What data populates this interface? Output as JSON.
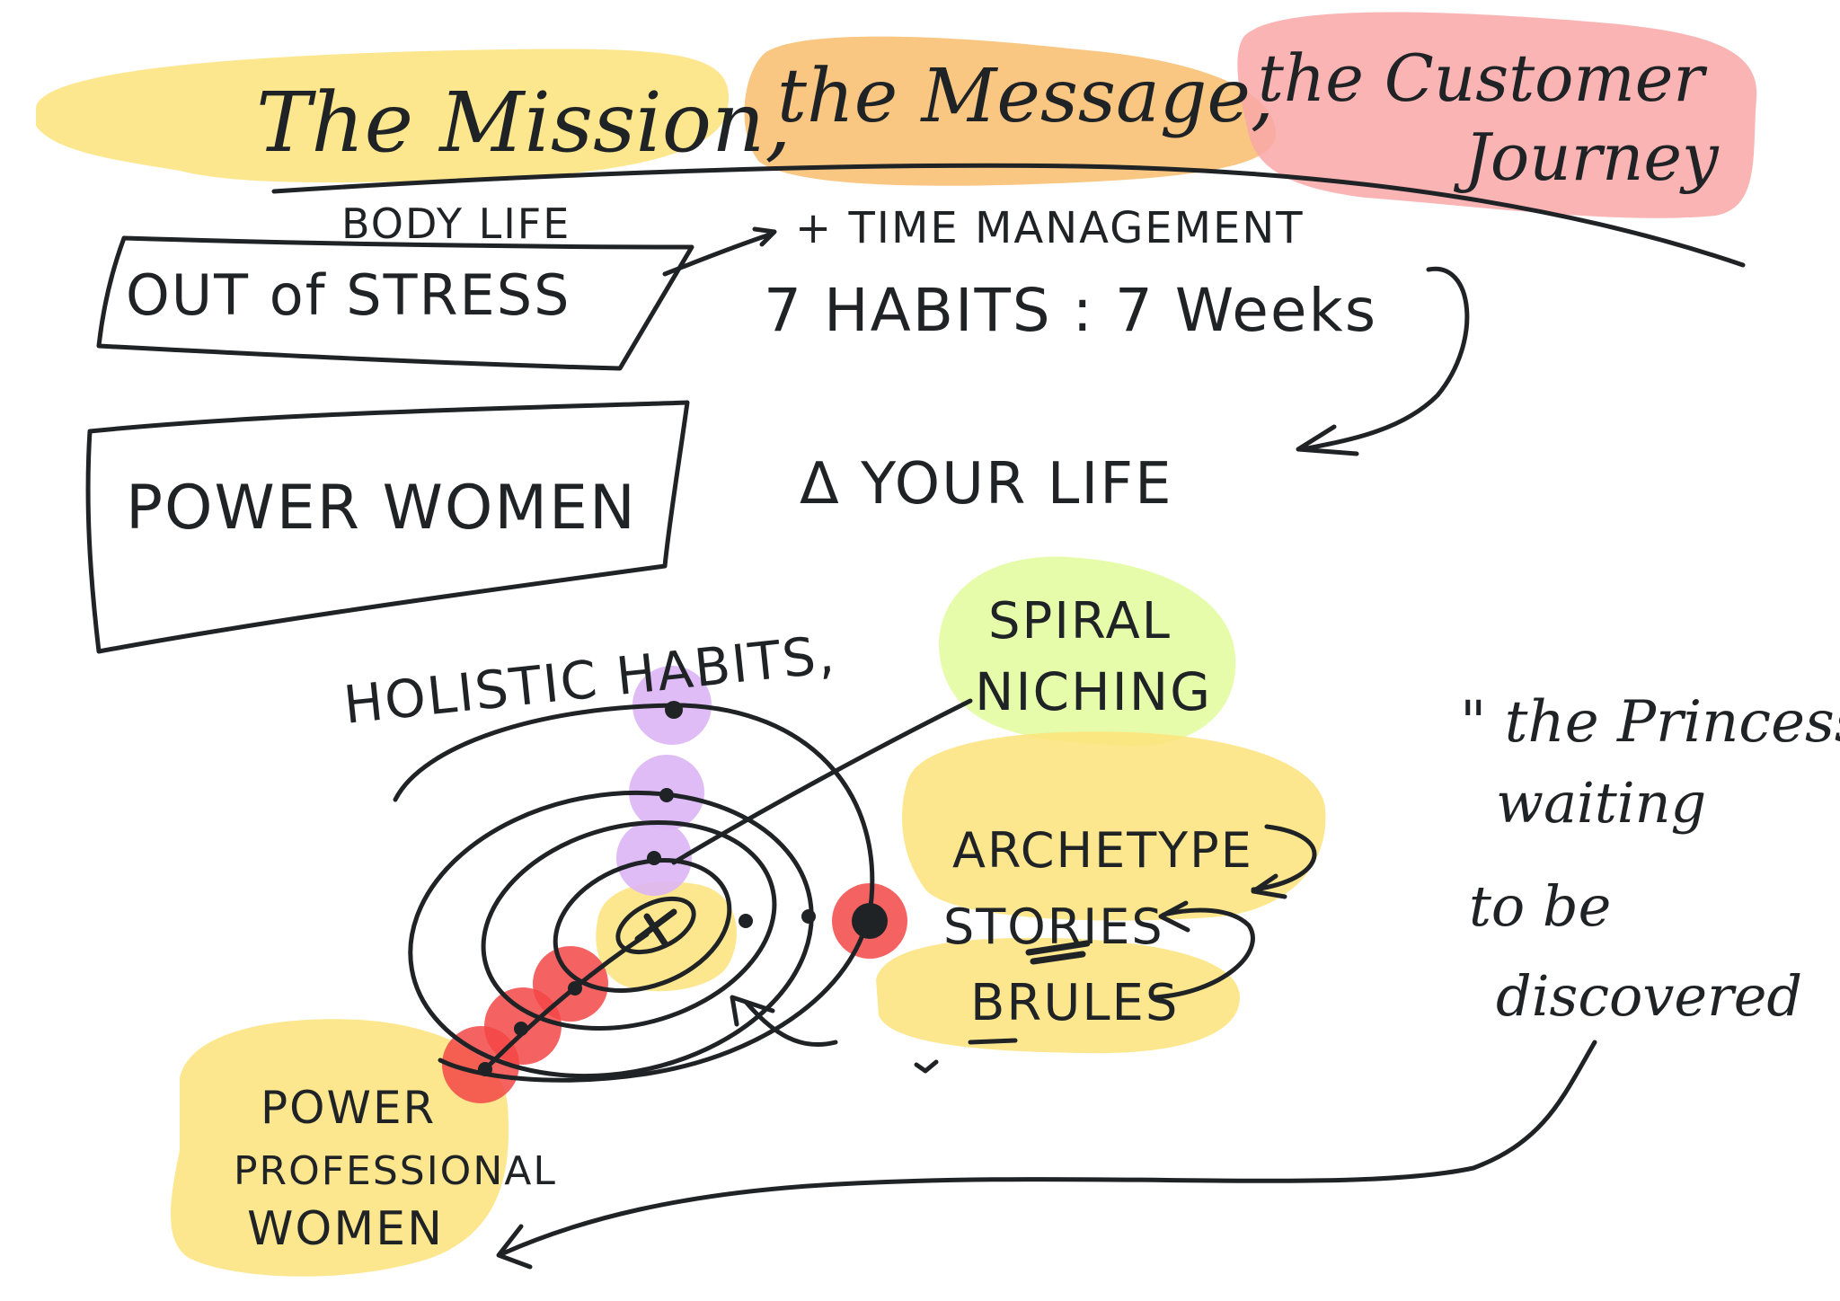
{
  "colors": {
    "ink": "#1f2326",
    "highlight_yellow": "#fde37a",
    "highlight_orange": "#f8bd6c",
    "highlight_red": "#f9a7a7",
    "highlight_green": "#e3fb9c",
    "dot_purple": "#dbb5f5",
    "dot_red": "#f34646"
  },
  "title": {
    "part1": "The Mission,",
    "part2": "the Message,",
    "part3": "the Customer",
    "part4": "Journey"
  },
  "notes": {
    "body_life": "BODY LIFE",
    "out_of_stress": "OUT of STRESS",
    "time_management": "+ TIME MANAGEMENT",
    "habits_weeks": "7 HABITS : 7 Weeks",
    "change_your_life": "Δ YOUR LIFE",
    "power_women": "POWER WOMEN",
    "holistic_habits": "HOLISTIC HABITS,",
    "spiral_niching_1": "SPIRAL",
    "spiral_niching_2": "NICHING",
    "archetype": "ARCHETYPE",
    "stories": "STORIES",
    "brules": "BRULES",
    "princess_1": "\" the Princess is",
    "princess_2": "waiting",
    "princess_3": "to be",
    "princess_4": "discovered",
    "power_professional_1": "POWER",
    "power_professional_2": "PROFESSIONAL",
    "power_professional_3": "WOMEN"
  },
  "icons": [
    "spiral-diagram-icon",
    "arrow-icon",
    "delta-icon"
  ]
}
